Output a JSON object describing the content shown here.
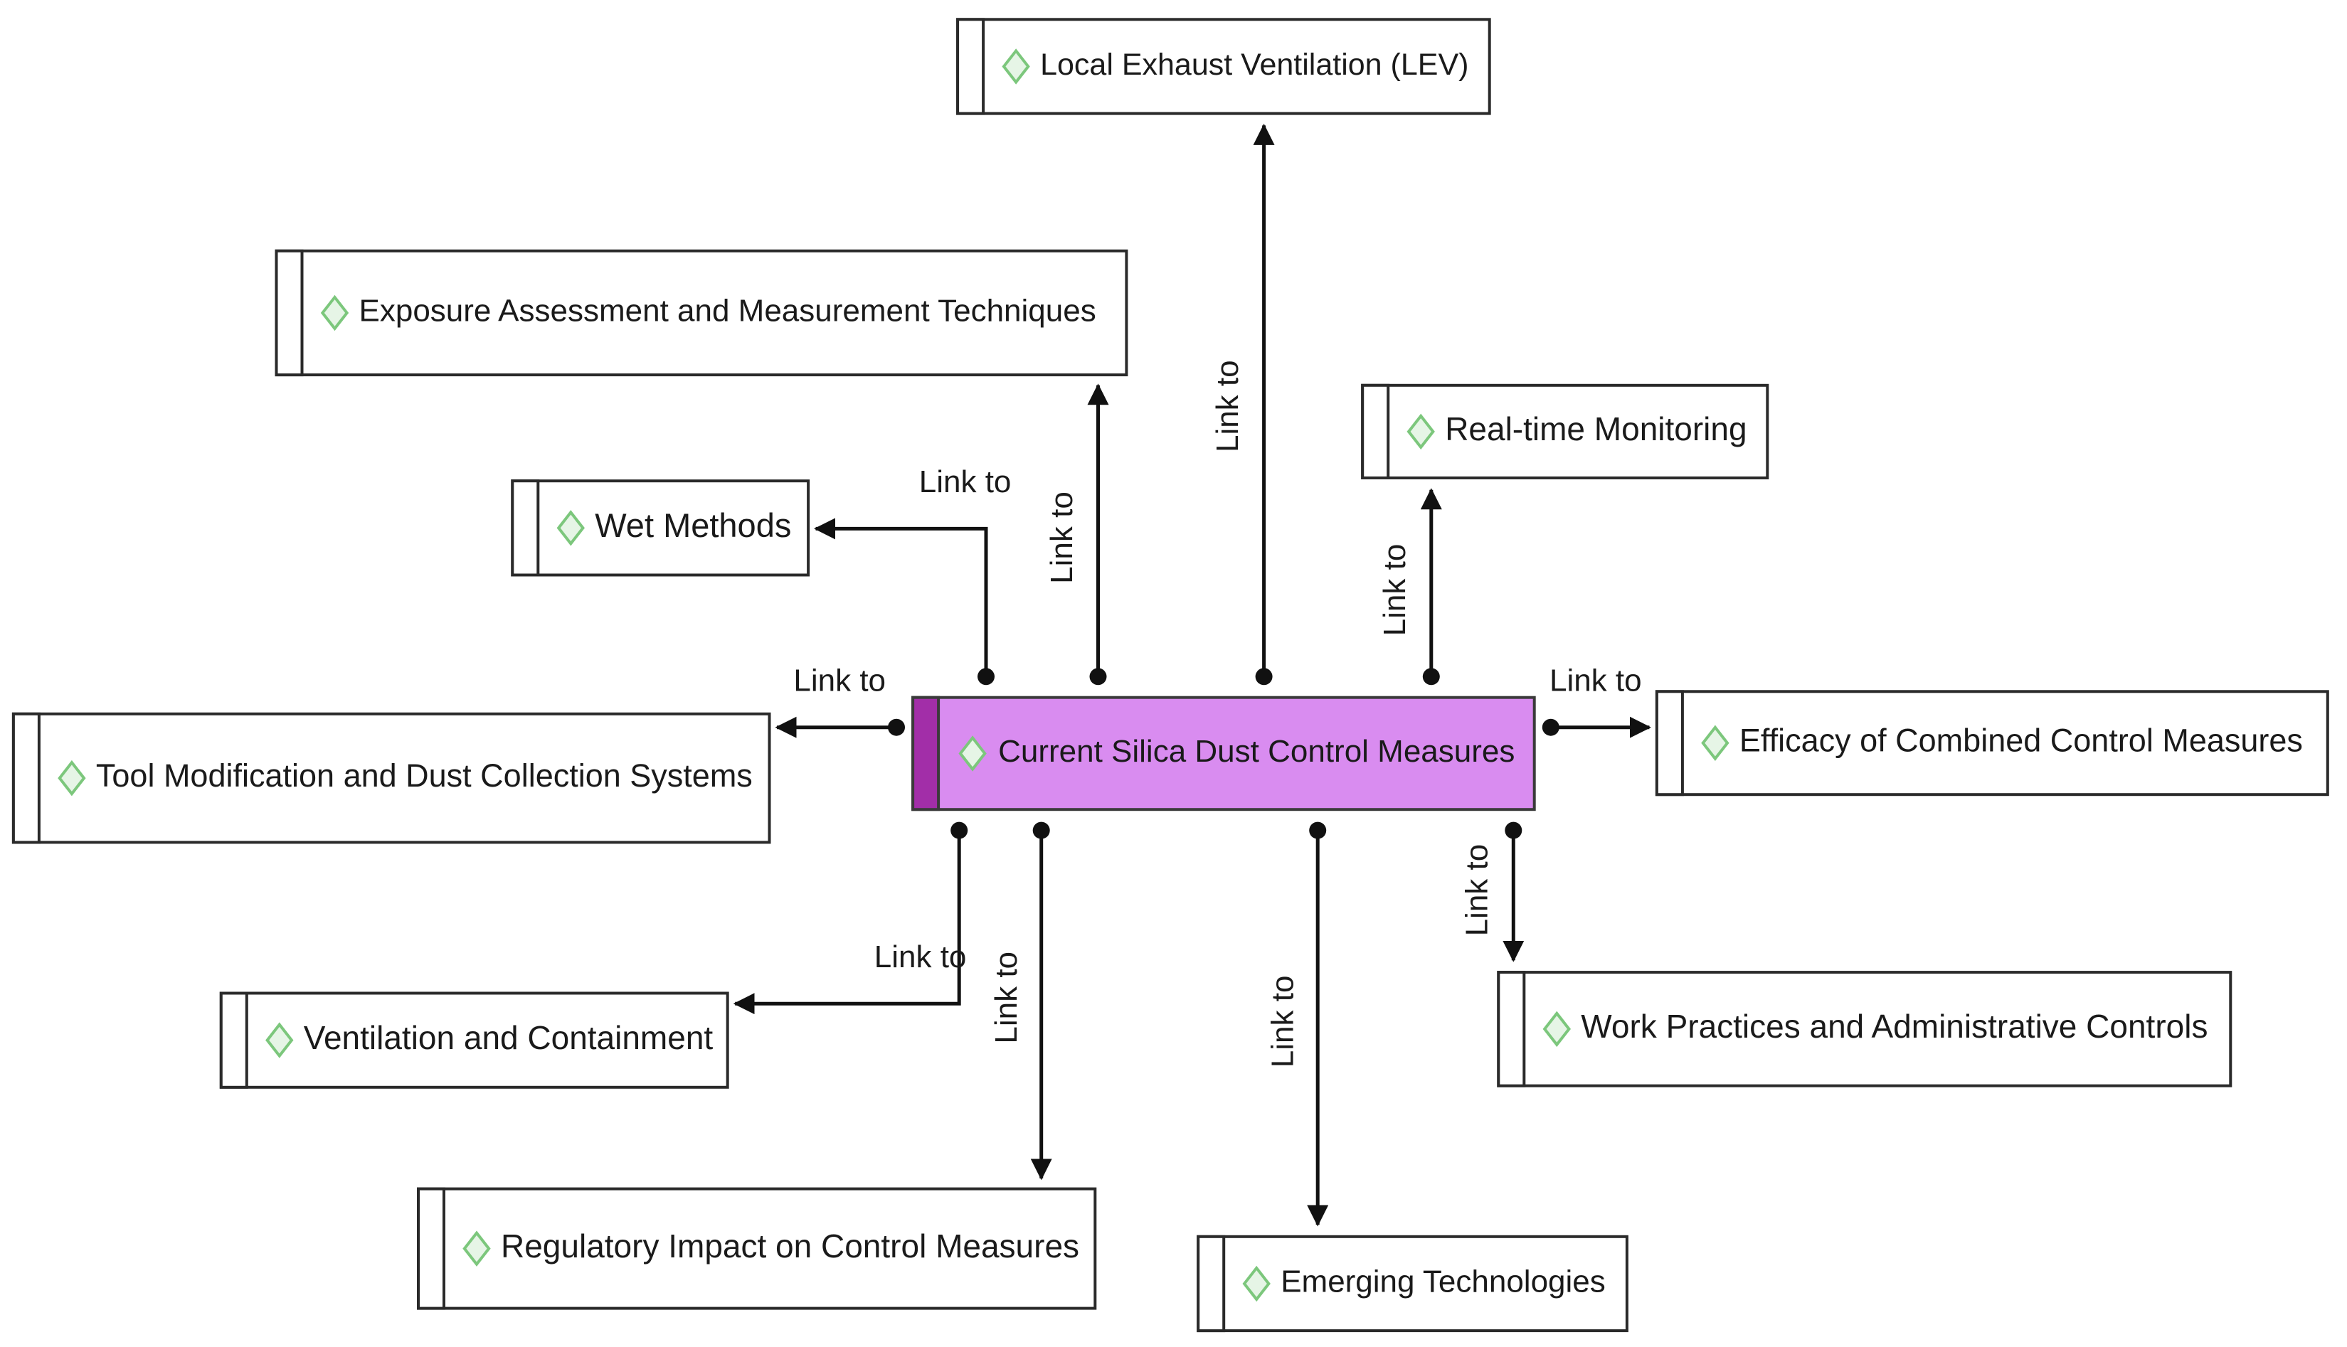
{
  "colors": {
    "center_fill": "#d98cf0",
    "center_stripe": "#a22ea8",
    "diamond_fill": "#e6f5e6",
    "diamond_stroke": "#7cc77c",
    "line": "#111111"
  },
  "center": {
    "label": "Current Silica Dust Control Measures",
    "icon": "diamond-icon"
  },
  "nodes": [
    {
      "id": "lev",
      "label": "Local Exhaust Ventilation (LEV)",
      "icon": "diamond-icon"
    },
    {
      "id": "exposure",
      "label": "Exposure Assessment and Measurement Techniques",
      "icon": "diamond-icon"
    },
    {
      "id": "realtime",
      "label": "Real-time Monitoring",
      "icon": "diamond-icon"
    },
    {
      "id": "wet",
      "label": "Wet Methods",
      "icon": "diamond-icon"
    },
    {
      "id": "tool",
      "label": "Tool Modification and Dust Collection Systems",
      "icon": "diamond-icon"
    },
    {
      "id": "efficacy",
      "label": "Efficacy of Combined Control Measures",
      "icon": "diamond-icon"
    },
    {
      "id": "ventilation",
      "label": "Ventilation and Containment",
      "icon": "diamond-icon"
    },
    {
      "id": "work",
      "label": "Work Practices and Administrative Controls",
      "icon": "diamond-icon"
    },
    {
      "id": "regulatory",
      "label": "Regulatory Impact on Control Measures",
      "icon": "diamond-icon"
    },
    {
      "id": "emerging",
      "label": "Emerging Technologies",
      "icon": "diamond-icon"
    }
  ],
  "links": [
    {
      "to": "lev",
      "label": "Link to"
    },
    {
      "to": "exposure",
      "label": "Link to"
    },
    {
      "to": "realtime",
      "label": "Link to"
    },
    {
      "to": "wet",
      "label": "Link to"
    },
    {
      "to": "tool",
      "label": "Link to"
    },
    {
      "to": "efficacy",
      "label": "Link to"
    },
    {
      "to": "ventilation",
      "label": "Link to"
    },
    {
      "to": "work",
      "label": "Link to"
    },
    {
      "to": "regulatory",
      "label": "Link to"
    },
    {
      "to": "emerging",
      "label": "Link to"
    }
  ]
}
